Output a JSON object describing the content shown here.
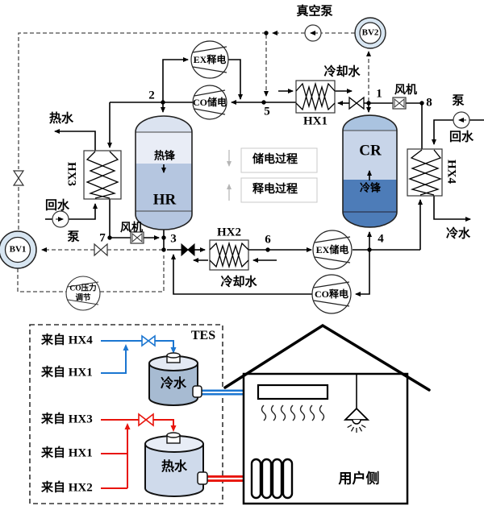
{
  "top_diagram": {
    "labels": {
      "vacuum_pump": "真空泵",
      "bv2": "BV2",
      "bv1": "BV1",
      "expander_discharge": "EX释电",
      "compressor_charge": "CO储电",
      "expander_charge": "EX储电",
      "compressor_discharge": "CO释电",
      "co_pressure_reg_line1": "CO压力",
      "co_pressure_reg_line2": "调节",
      "hx1": "HX1",
      "hx2": "HX2",
      "hx3": "HX3",
      "hx4": "HX4",
      "hot_reservoir": "HR",
      "cold_reservoir": "CR",
      "hot_front": "热锋",
      "cold_front": "冷锋",
      "hot_water_out": "热水",
      "cold_water_out": "冷水",
      "return_water_left": "回水",
      "pump_left": "泵",
      "return_water_right": "回水",
      "pump_right": "泵",
      "fan_left": "风机",
      "fan_right": "风机",
      "cooling_water_hx1": "冷却水",
      "cooling_water_hx2": "冷却水",
      "legend_charge": "储电过程",
      "legend_discharge": "释电过程"
    },
    "state_points": [
      "1",
      "2",
      "3",
      "4",
      "5",
      "6",
      "7",
      "8"
    ]
  },
  "bottom_diagram": {
    "tes_label": "TES",
    "cold_inlets": [
      "来自 HX4",
      "来自 HX1"
    ],
    "hot_inlets": [
      "来自 HX3",
      "来自 HX1",
      "来自 HX2"
    ],
    "cold_tank": "冷水",
    "hot_tank": "热水",
    "user_side": "用户侧"
  },
  "colors": {
    "cold_line": "#1b76d1",
    "hot_line": "#e8140c",
    "cr_cold_fill": "#4d7cb8",
    "tank_light_fill": "#c8d5e9",
    "dashed_line": "#4a4a4a"
  }
}
